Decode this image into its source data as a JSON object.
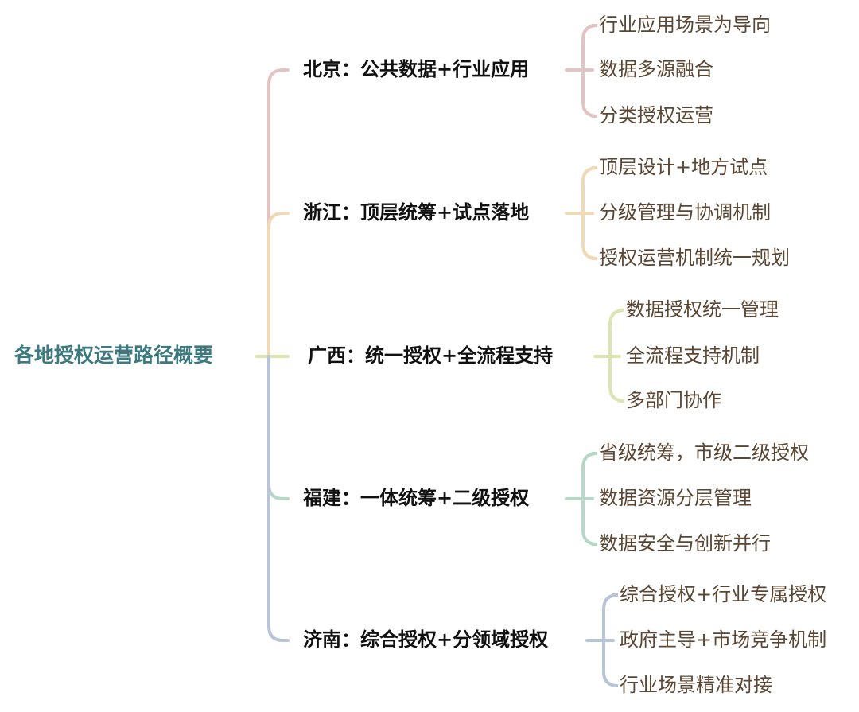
{
  "root": {
    "label": "各地授权运营路径概要"
  },
  "branches": [
    {
      "label": "北京：公共数据+行业应用",
      "color": "#e3c3c3",
      "leaves": [
        "行业应用场景为导向",
        "数据多源融合",
        "分类授权运营"
      ]
    },
    {
      "label": "浙江：顶层统筹+试点落地",
      "color": "#efd9b6",
      "leaves": [
        "顶层设计+地方试点",
        "分级管理与协调机制",
        "授权运营机制统一规划"
      ]
    },
    {
      "label": "广西：统一授权+全流程支持",
      "color": "#dde4b4",
      "leaves": [
        "数据授权统一管理",
        "全流程支持机制",
        "多部门协作"
      ]
    },
    {
      "label": "福建：一体统筹+二级授权",
      "color": "#b6d8c7",
      "leaves": [
        "省级统筹，市级二级授权",
        "数据资源分层管理",
        "数据安全与创新并行"
      ]
    },
    {
      "label": "济南：综合授权+分领域授权",
      "color": "#b9c4d6",
      "leaves": [
        "综合授权+行业专属授权",
        "政府主导+市场竞争机制",
        "行业场景精准对接"
      ]
    }
  ]
}
